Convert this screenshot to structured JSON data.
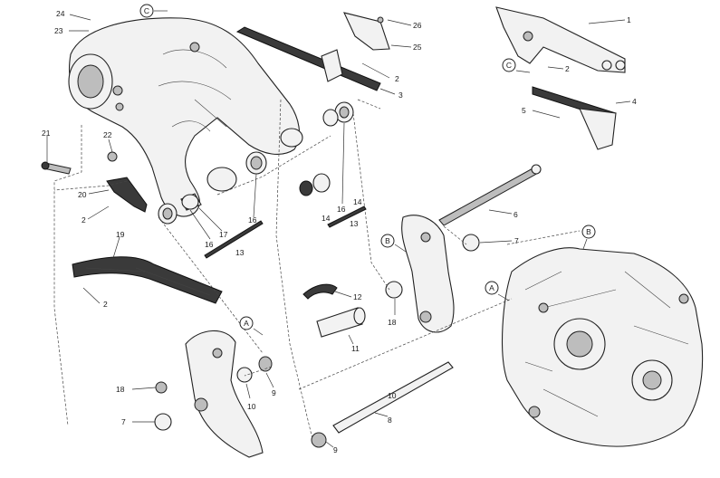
{
  "callouts": {
    "c1": "1",
    "c2a": "2",
    "c2b": "2",
    "c2c": "2",
    "c2d": "2",
    "c3": "3",
    "c4": "4",
    "c5": "5",
    "c6": "6",
    "c7a": "7",
    "c7b": "7",
    "c8": "8",
    "c9a": "9",
    "c9b": "9",
    "c10a": "10",
    "c10b": "10",
    "c11": "11",
    "c12": "12",
    "c13a": "13",
    "c13b": "13",
    "c14a": "14",
    "c14b": "14",
    "c16a": "16",
    "c16b": "16",
    "c16c": "16",
    "c17": "17",
    "c18a": "18",
    "c18b": "18",
    "c19": "19",
    "c20": "20",
    "c21": "21",
    "c22": "22",
    "c23": "23",
    "c24": "24",
    "c25": "25",
    "c26": "26"
  },
  "reference_marks": {
    "C": "C",
    "A": "A",
    "B": "B"
  }
}
